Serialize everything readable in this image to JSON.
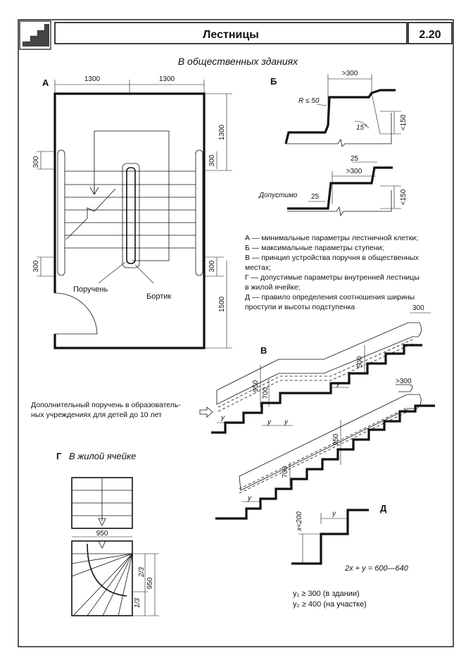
{
  "header": {
    "title": "Лестницы",
    "page_number": "2.20"
  },
  "subtitle": "В общественных зданиях",
  "panel_a": {
    "letter": "А",
    "dim_1300_left": "1300",
    "dim_1300_right": "1300",
    "dim_1300_vert": "1300",
    "dim_300_a": "300",
    "dim_300_b": "300",
    "dim_300_c": "300",
    "dim_300_d": "300",
    "dim_1500": "1500",
    "handrail_label": "Поручень",
    "curb_label": "Бортик"
  },
  "panel_b": {
    "letter": "Б",
    "dim_gt300": ">300",
    "radius": "R ≤ 50",
    "angle": "15°",
    "dim_lt150": "<150",
    "allowed": "Допустимо",
    "dim_25_top": "25",
    "dim_gt300_2": ">300",
    "dim_25_left": "25",
    "dim_lt150_2": "<150"
  },
  "legend": [
    "А — минимальные параметры лестничной клетки;",
    "Б — максимальные параметры ступени;",
    "В — принцип устройства поручня в общественных",
    "местах;",
    "Г — допустимые параметры внутренней лестницы",
    "в жилой ячейке;",
    "Д — правило определения соотношения ширины",
    "проступи и высоты подступенка"
  ],
  "panel_v": {
    "letter": "В",
    "dim_300": "300",
    "dim_500": "500",
    "dim_950": "950",
    "dim_700": "700",
    "dim_gt300": ">300",
    "y1": "y",
    "y2": "y",
    "y3": "y",
    "y4": "y",
    "dim_950_b": "950",
    "dim_700_b": "700",
    "y5": "y",
    "note_line1": "Дополнительный поручень в образователь-",
    "note_line2": "ных учреждениях для детей до 10 лет"
  },
  "panel_g": {
    "letter": "Г",
    "title": "В жилой ячейке",
    "dim_950_h": "950",
    "dim_950_v": "950",
    "dim_2_3": "2/3",
    "dim_1_3": "1/3"
  },
  "panel_d": {
    "letter": "Д",
    "x_label": "x<200",
    "y_label": "y",
    "formula": "2x + y = 600—640",
    "y1_rule": "y₁ ≥ 300 (в здании)",
    "y2_rule": "y₂ ≥ 400 (на участке)"
  }
}
